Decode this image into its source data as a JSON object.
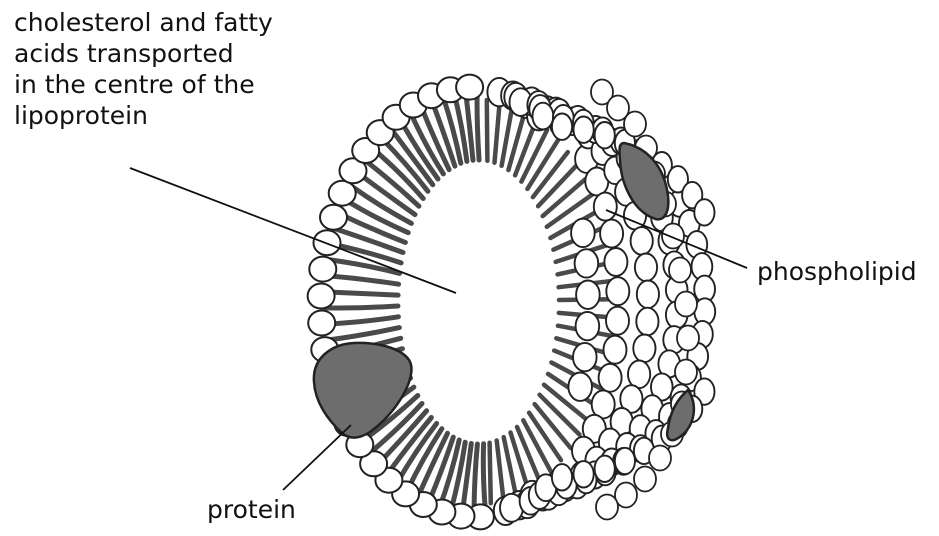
{
  "labels": {
    "core_lines": [
      "cholesterol and fatty",
      "acids transported",
      "in the centre of the",
      "lipoprotein"
    ],
    "phospholipid": "phospholipid",
    "protein": "protein"
  },
  "colors": {
    "outline": "#222222",
    "protein_fill": "#6d6d6d",
    "tail_stroke": "#4a4a4a",
    "head_fill": "#ffffff"
  }
}
